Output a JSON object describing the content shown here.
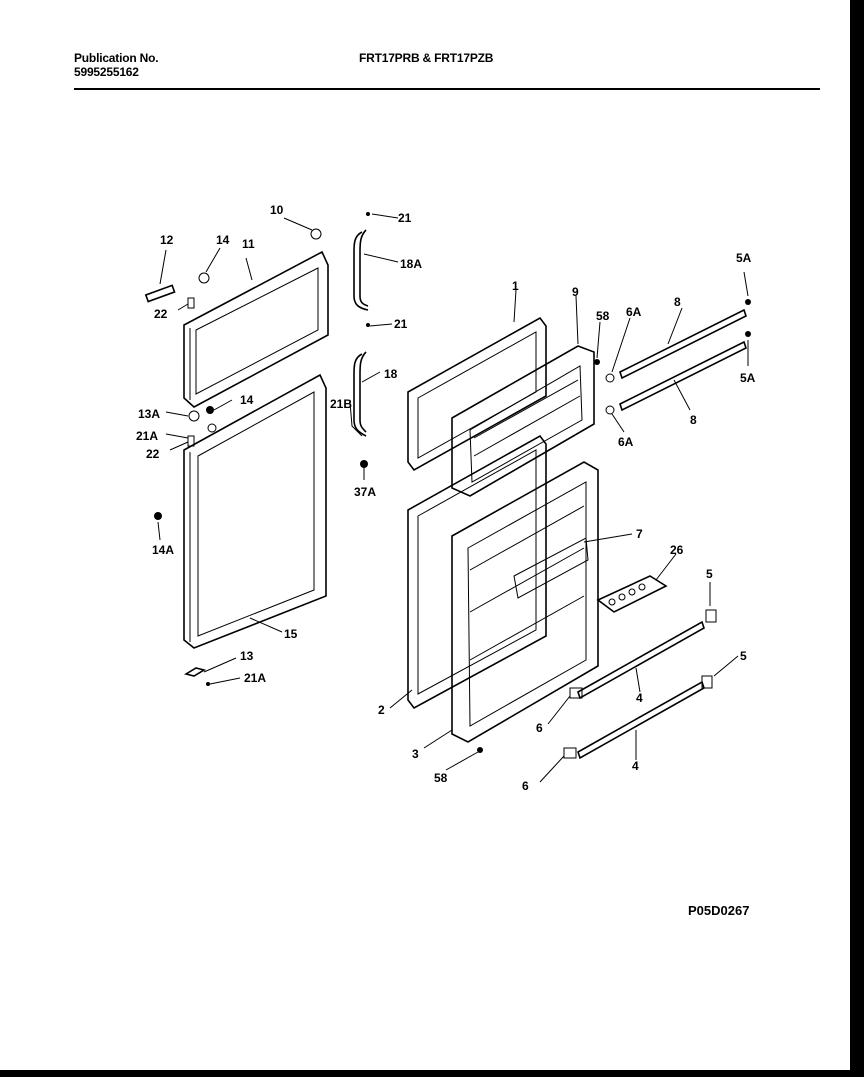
{
  "header": {
    "publication_label": "Publication No.",
    "publication_number": "5995255162",
    "models": "FRT17PRB & FRT17PZB"
  },
  "diagram": {
    "code": "P05D0267",
    "part_labels": {
      "p1": "1",
      "p2": "2",
      "p3": "3",
      "p4a": "4",
      "p4b": "4",
      "p5a": "5",
      "p5b": "5",
      "p5Aa": "5A",
      "p5Ab": "5A",
      "p6a": "6",
      "p6b": "6",
      "p6Aa": "6A",
      "p6Ab": "6A",
      "p7": "7",
      "p8a": "8",
      "p8b": "8",
      "p9": "9",
      "p10": "10",
      "p11": "11",
      "p12": "12",
      "p13": "13",
      "p13A": "13A",
      "p14a": "14",
      "p14b": "14",
      "p14A": "14A",
      "p15": "15",
      "p18": "18",
      "p18A": "18A",
      "p21a": "21",
      "p21b": "21",
      "p21Aa": "21A",
      "p21Ab": "21A",
      "p21B": "21B",
      "p22a": "22",
      "p22b": "22",
      "p26": "26",
      "p37A": "37A",
      "p58a": "58",
      "p58b": "58"
    }
  }
}
